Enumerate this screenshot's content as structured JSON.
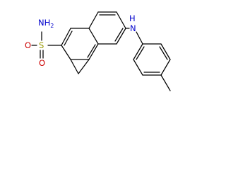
{
  "molecule": {
    "atoms": [
      {
        "id": "n-amide",
        "main": "NH",
        "sub": "2",
        "color": "#0000cc"
      },
      {
        "id": "s",
        "main": "S",
        "sub": "",
        "color": "#999900"
      },
      {
        "id": "o-top",
        "main": "O",
        "sub": "",
        "color": "#cc0000"
      },
      {
        "id": "o-bottom",
        "main": "O",
        "sub": "",
        "color": "#cc0000"
      },
      {
        "id": "n-amine",
        "main": "N",
        "sub": "",
        "color": "#0000cc"
      },
      {
        "id": "h-amine",
        "main": "H",
        "sub": "",
        "color": "#0000cc"
      }
    ]
  }
}
